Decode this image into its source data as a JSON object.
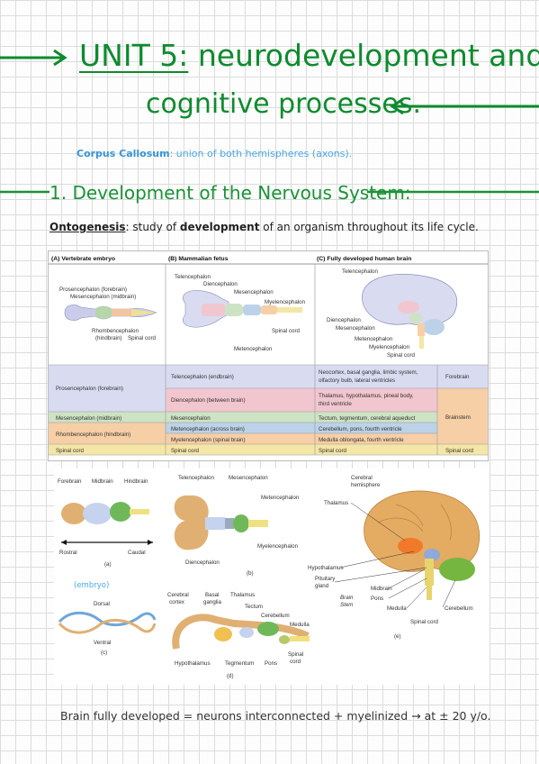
{
  "title": {
    "unit": "UNIT 5:",
    "rest": " neurodevelopment and",
    "line2": "cognitive processes."
  },
  "note": {
    "term": "Corpus Callosum",
    "definition": ": union of both hemispheres (axons)."
  },
  "section": {
    "heading": "1. Development of the Nervous System:"
  },
  "ontogenesis": {
    "term": "Ontogenesis",
    "pre": ": study of ",
    "bold": "development",
    "post": " of an organism throughout its life cycle."
  },
  "figure_top": {
    "panel_a": "(A) Vertebrate embryo",
    "panel_b": "(B) Mammalian fetus",
    "panel_c": "(C) Fully developed human brain",
    "a_labels": [
      "Prosencephalon (forebrain)",
      "Mesencephalon (midbrain)",
      "Rhombencephalon",
      "(hindbrain)",
      "Spinal cord"
    ],
    "b_labels": [
      "Telencephalon",
      "Diencephalon",
      "Mesencephalon",
      "Myelencephalon",
      "Spinal cord",
      "Metencephalon"
    ],
    "c_labels": [
      "Telencephalon",
      "Diencephalon",
      "Mesencephalon",
      "Metencephalon",
      "Myelencephalon",
      "Spinal cord"
    ],
    "table": [
      {
        "col1": "Prosencephalon (forebrain)",
        "col2": "Telencephalon (endbrain)",
        "col3a": "Neocortex, basal ganglia, limbic system,",
        "col3b": "olfactory bulb, lateral ventricles",
        "col4": "Forebrain"
      },
      {
        "col2": "Diencephalon (between brain)",
        "col3a": "Thalamus, hypothalamus, pineal body,",
        "col3b": "third ventricle"
      },
      {
        "col1": "Mesencephalon (midbrain)",
        "col2": "Mesencephalon",
        "col3a": "Tectum, tegmentum, cerebral aqueduct",
        "col4": "Brainstem"
      },
      {
        "col1": "Rhombencephalon (hindbrain)",
        "col2": "Metencephalon (across brain)",
        "col3a": "Cerebellum, pons, fourth ventricle"
      },
      {
        "col2": "Myelencephalon (spinal brain)",
        "col3a": "Medulla oblongata, fourth ventricle"
      },
      {
        "col1": "Spinal cord",
        "col2": "Spinal cord",
        "col3a": "Spinal cord",
        "col4": "Spinal cord"
      }
    ]
  },
  "figure_bottom": {
    "a": [
      "Forebrain",
      "Midbrain",
      "Hindbrain",
      "Rostral",
      "Caudal",
      "(a)"
    ],
    "b": [
      "Telencephalon",
      "Mesencephalon",
      "Metencephalon",
      "Myelencephalon",
      "Diencephalon",
      "(b)"
    ],
    "c": [
      "(embryo)",
      "Dorsal",
      "Ventral",
      "(c)"
    ],
    "d": [
      "Cerebral",
      "cortex",
      "Basal",
      "ganglia",
      "Thalamus",
      "Tectum",
      "Cerebellum",
      "Medulla",
      "Spinal",
      "cord",
      "Hypothalamus",
      "Tegmentum",
      "Pons",
      "(d)"
    ],
    "e": [
      "Cerebral",
      "hemisphere",
      "Thalamus",
      "Hypothalamus",
      "Pituitary",
      "gland",
      "Brain",
      "Stem",
      "Midbrain",
      "Pons",
      "Medulla",
      "Cerebellum",
      "Spinal cord",
      "(e)"
    ]
  },
  "footer": "Brain fully developed = neurons interconnected + myelinized → at ± 20 y/o.",
  "colors": {
    "green": "#0e8a2e",
    "blue": "#4aa8e8",
    "tel": "#d9dbf0",
    "dien": "#f1c6cf",
    "mes": "#cde3c4",
    "met": "#bcd2e8",
    "myel": "#f6cfa6",
    "spinal": "#f4e6a6"
  }
}
